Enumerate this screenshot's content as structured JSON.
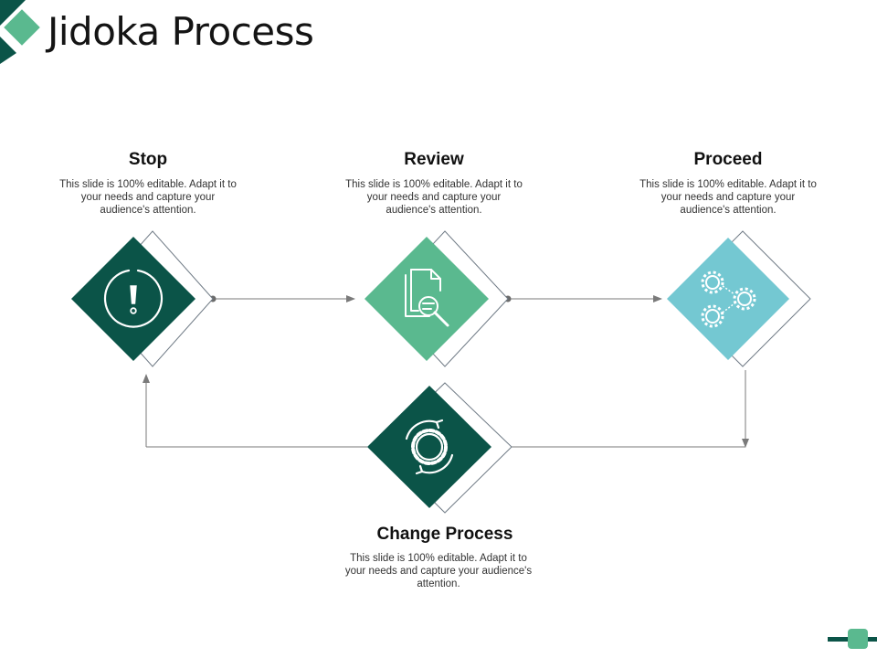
{
  "title": "Jidoka Process",
  "colors": {
    "dark_green": "#0b5448",
    "mid_green": "#5ab98f",
    "light_blue": "#74c8d2",
    "outline": "#6f7a85",
    "arrow": "#7a7a7a"
  },
  "steps": {
    "stop": {
      "title": "Stop",
      "description": "This slide is 100% editable. Adapt it to your needs and capture your audience's attention.",
      "icon": "alert-circle-icon"
    },
    "review": {
      "title": "Review",
      "description": "This slide is 100% editable. Adapt it to your needs and capture your audience's attention.",
      "icon": "document-search-icon"
    },
    "proceed": {
      "title": "Proceed",
      "description": "This slide is 100% editable. Adapt it to your needs and capture your audience's attention.",
      "icon": "gears-network-icon"
    },
    "change": {
      "title": "Change Process",
      "description": "This slide is 100% editable. Adapt it to your needs and capture your audience's attention.",
      "icon": "gear-cycle-icon"
    }
  }
}
